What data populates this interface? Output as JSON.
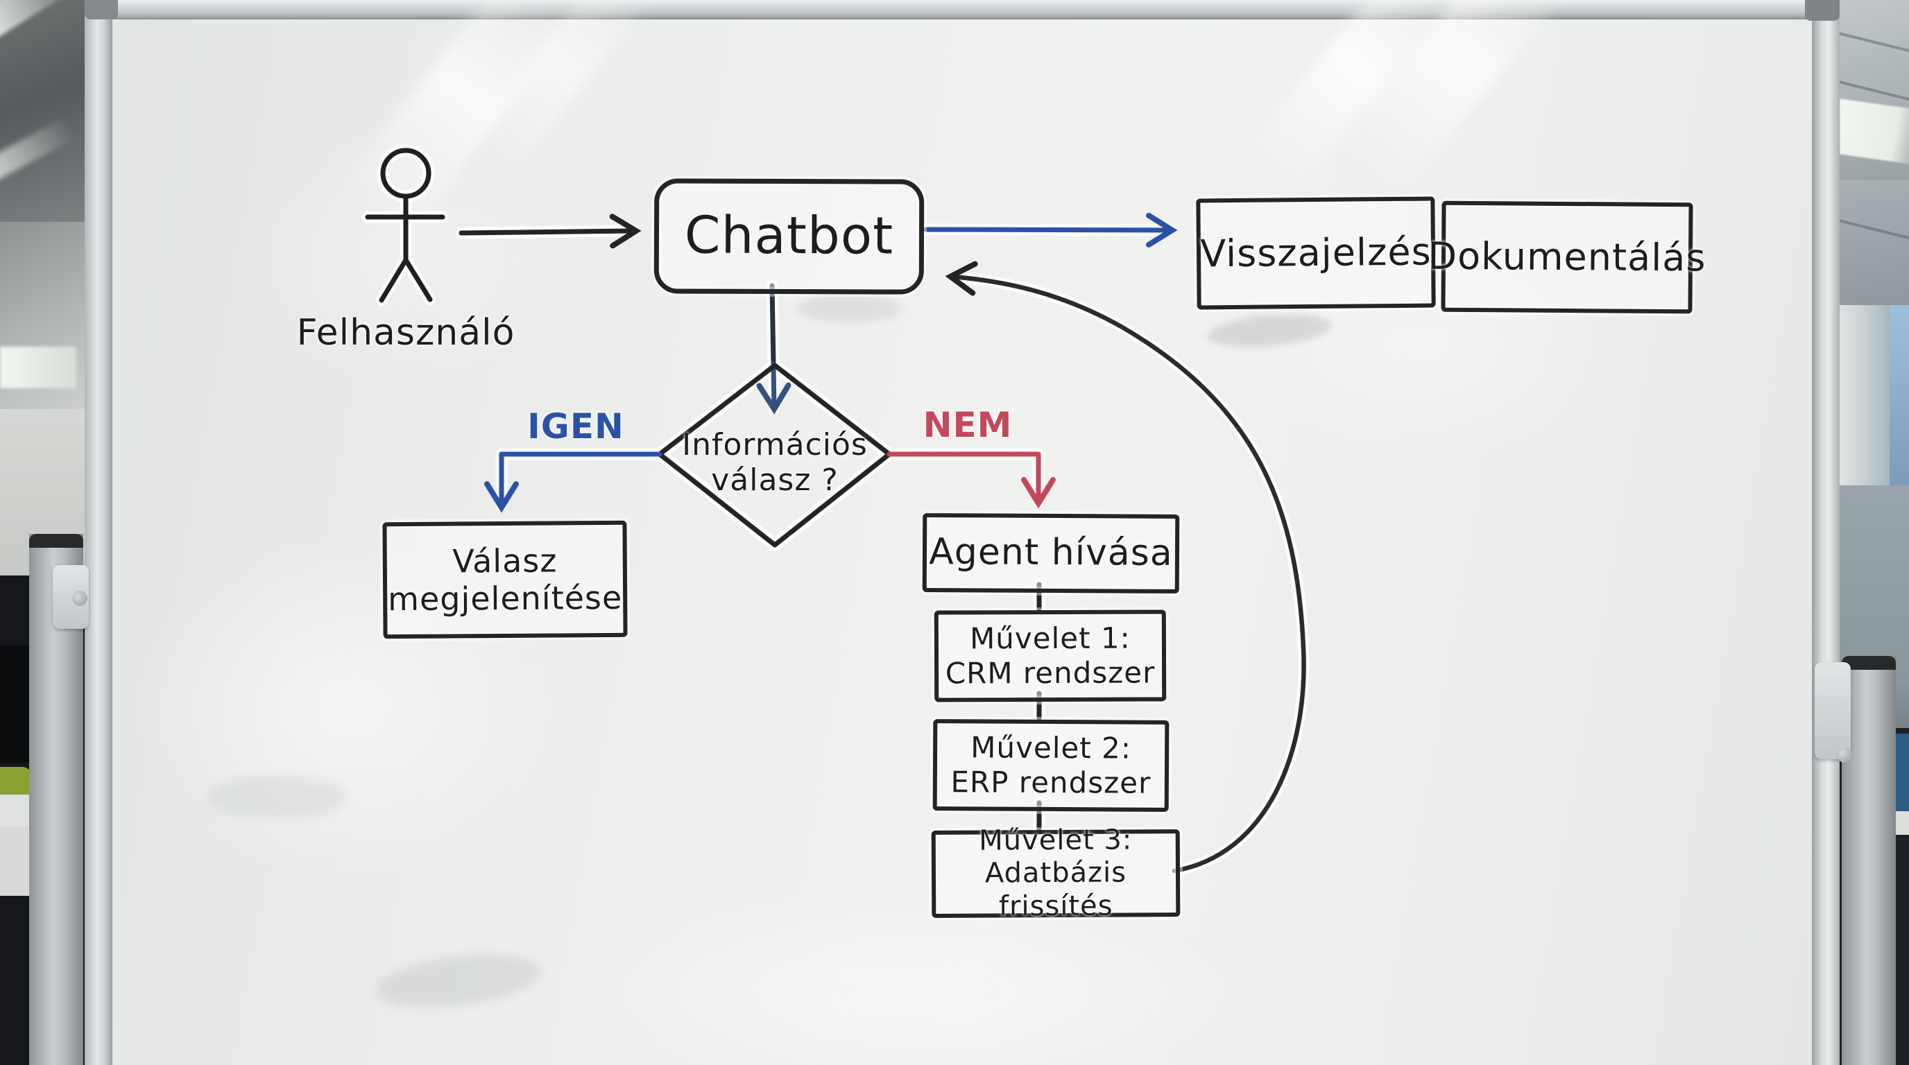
{
  "diagram": {
    "actor_label": "Felhasználó",
    "nodes": {
      "chatbot": {
        "label": "Chatbot"
      },
      "visszajelzes": {
        "label": "Visszajelzés"
      },
      "dokumentalas": {
        "label": "Dokumentálás"
      },
      "decision": {
        "line1": "Információs",
        "line2": "válasz ?"
      },
      "valasz": {
        "line1": "Válasz",
        "line2": "megjelenítése"
      },
      "agent": {
        "label": "Agent hívása"
      },
      "muvelet1": {
        "line1": "Művelet 1:",
        "line2": "CRM rendszer"
      },
      "muvelet2": {
        "line1": "Művelet 2:",
        "line2": "ERP rendszer"
      },
      "muvelet3": {
        "line1": "Művelet 3:",
        "line2": "Adatbázis frissítés"
      }
    },
    "edges": {
      "igen_label": "IGEN",
      "nem_label": "NEM"
    },
    "colors": {
      "marker_black": "#242424",
      "igen_blue": "#2b52a6",
      "nem_red": "#c4485c",
      "down_navy": "#33517e"
    }
  }
}
